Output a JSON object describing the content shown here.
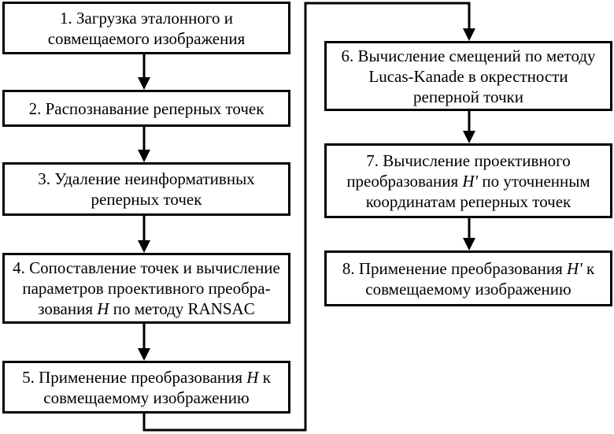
{
  "steps": [
    {
      "id": 1,
      "lines": [
        "1. Загрузка эталонного и",
        "совмещаемого изображения"
      ]
    },
    {
      "id": 2,
      "lines": [
        "2. Распознавание реперных точек"
      ]
    },
    {
      "id": 3,
      "lines": [
        "3. Удаление неинформативных",
        "реперных точек"
      ]
    },
    {
      "id": 4,
      "lines": [
        "4. Сопоставление точек и вычисление",
        "параметров проективного преобра-",
        "зования",
        "H",
        "по методу RANSAC"
      ]
    },
    {
      "id": 5,
      "lines": [
        "5. Применение преобразования",
        "H",
        "к",
        "совмещаемому изображению"
      ]
    },
    {
      "id": 6,
      "lines": [
        "6. Вычисление смещений по методу",
        "Lucas-Kanade в окрестности",
        "реперной точки"
      ]
    },
    {
      "id": 7,
      "lines": [
        "7. Вычисление проективного",
        "преобразования",
        "H'",
        "по уточненным",
        "координатам реперных точек"
      ]
    },
    {
      "id": 8,
      "lines": [
        "8. Применение преобразования",
        "H'",
        "к",
        "совмещаемому изображению"
      ]
    }
  ],
  "colors": {
    "stroke": "#000000",
    "background": "#ffffff"
  }
}
